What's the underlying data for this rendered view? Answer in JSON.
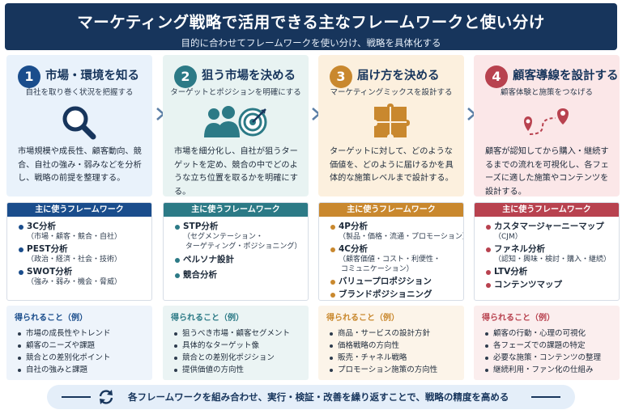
{
  "header": {
    "title": "マーケティング戦略で活用できる主なフレームワークと使い分け",
    "subtitle": "目的に合わせてフレームワークを使い分け、戦略を具体化する"
  },
  "columns": [
    {
      "number": "1",
      "title": "市場・環境を知る",
      "subtitle": "自社を取り巻く状況を把握する",
      "icon": "magnifier-icon",
      "description": "市場規模や成長性、顧客動向、競合、自社の強み・弱みなどを分析し、戦略の前提を整理する。",
      "framework_heading": "主に使うフレームワーク",
      "frameworks": [
        {
          "name": "3C分析",
          "detail": "（市場・顧客・競合・自社）"
        },
        {
          "name": "PEST分析",
          "detail": "（政治・経済・社会・技術）"
        },
        {
          "name": "SWOT分析",
          "detail": "（強み・弱み・機会・脅威）"
        }
      ],
      "results_heading": "得られること（例）",
      "results": [
        "市場の成長性やトレンド",
        "顧客のニーズや課題",
        "競合との差別化ポイント",
        "自社の強みと課題"
      ]
    },
    {
      "number": "2",
      "title": "狙う市場を決める",
      "subtitle": "ターゲットとポジションを明確にする",
      "icon": "target-people-icon",
      "description": "市場を細分化し、自社が狙うターゲットを定め、競合の中でどのような立ち位置を取るかを明確にする。",
      "framework_heading": "主に使うフレームワーク",
      "frameworks": [
        {
          "name": "STP分析",
          "detail": "（セグメンテーション・\n ターゲティング・ポジショニング）"
        },
        {
          "name": "ペルソナ設計",
          "detail": ""
        },
        {
          "name": "競合分析",
          "detail": ""
        }
      ],
      "results_heading": "得られること（例）",
      "results": [
        "狙うべき市場・顧客セグメント",
        "具体的なターゲット像",
        "競合との差別化ポジション",
        "提供価値の方向性"
      ]
    },
    {
      "number": "3",
      "title": "届け方を決める",
      "subtitle": "マーケティングミックスを設計する",
      "icon": "puzzle-icon",
      "description": "ターゲットに対して、どのような価値を、どのように届けるかを具体的な施策レベルまで設計する。",
      "framework_heading": "主に使うフレームワーク",
      "frameworks": [
        {
          "name": "4P分析",
          "detail": "（製品・価格・流通・プロモーション）"
        },
        {
          "name": "4C分析",
          "detail": "（顧客価値・コスト・利便性・\n コミュニケーション）"
        },
        {
          "name": "バリュープロポジション",
          "detail": ""
        },
        {
          "name": "ブランドポジショニング",
          "detail": ""
        }
      ],
      "results_heading": "得られること（例）",
      "results": [
        "商品・サービスの設計方針",
        "価格戦略の方向性",
        "販売・チャネル戦略",
        "プロモーション施策の方向性"
      ]
    },
    {
      "number": "4",
      "title": "顧客導線を設計する",
      "subtitle": "顧客体験と施策をつなげる",
      "icon": "route-pin-icon",
      "description": "顧客が認知してから購入・継続するまでの流れを可視化し、各フェーズに適した施策やコンテンツを設計する。",
      "framework_heading": "主に使うフレームワーク",
      "frameworks": [
        {
          "name": "カスタマージャーニーマップ",
          "detail": "（CJM）"
        },
        {
          "name": "ファネル分析",
          "detail": "（認知・興味・検討・購入・継続）"
        },
        {
          "name": "LTV分析",
          "detail": ""
        },
        {
          "name": "コンテンツマップ",
          "detail": ""
        }
      ],
      "results_heading": "得られること（例）",
      "results": [
        "顧客の行動・心理の可視化",
        "各フェーズでの課題の特定",
        "必要な施策・コンテンツの整理",
        "継続利用・ファン化の仕組み"
      ]
    }
  ],
  "footer": {
    "text": "各フレームワークを組み合わせ、実行・検証・改善を繰り返すことで、戦略の精度を高める",
    "icon": "cycle-arrows-icon"
  },
  "colors": {
    "navy": "#17355c",
    "col1": "#1a4d8c",
    "col1_bg": "#e9f2fb",
    "col1_res": "#eef4fb",
    "col2": "#2c7a86",
    "col2_bg": "#e8f3f2",
    "col2_res": "#ebf4f4",
    "col3": "#c9882e",
    "col3_bg": "#fcf0de",
    "col3_res": "#fcf4e9",
    "col4": "#b8424f",
    "col4_bg": "#fbe7e8",
    "col4_res": "#fbeeee"
  }
}
